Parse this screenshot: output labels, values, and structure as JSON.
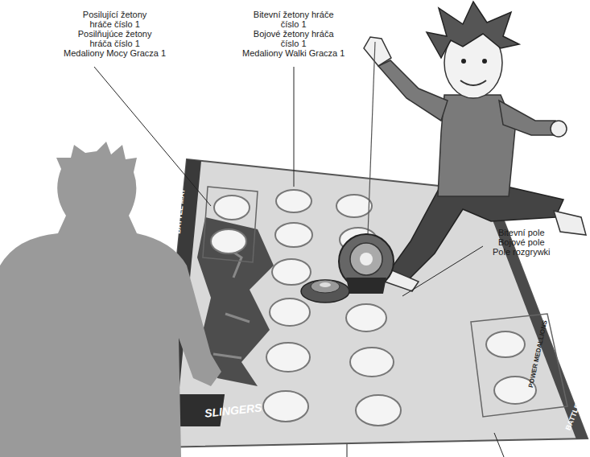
{
  "diagram": {
    "labels": [
      "Posilující žetony hráče číslo 1",
      "Posilňujúce žetony hráča číslo 1",
      "Medaliony Mocy Gracza 1",
      "Bitevní žetony hráče číslo 1",
      "Bojové žetony hráča číslo 1",
      "Medaliony Walki Gracza 1",
      "Bitevní pole",
      "Bojové pole",
      "Pole rozgrywki",
      "BATTLE MAT",
      "SLINGERS",
      "POWER MEDALLIONS",
      "BATTLE MAT"
    ]
  }
}
